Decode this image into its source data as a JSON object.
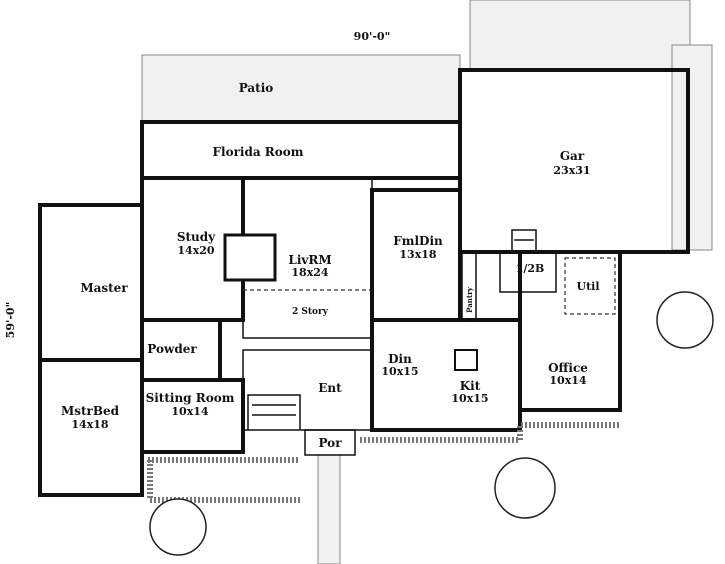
{
  "dimensions": {
    "width": "90'-0\"",
    "depth": "59'-0\""
  },
  "rooms": {
    "patio": {
      "name": "Patio"
    },
    "florida": {
      "name": "Florida Room"
    },
    "garage": {
      "name": "Gar",
      "size": "23x31"
    },
    "study": {
      "name": "Study",
      "size": "14x20"
    },
    "living": {
      "name": "LivRM",
      "size": "18x24"
    },
    "two_story": {
      "name": "2 Story"
    },
    "family_dining": {
      "name": "FmlDin",
      "size": "13x18"
    },
    "master_bath": {
      "name": "Master"
    },
    "powder": {
      "name": "Powder"
    },
    "half_bath": {
      "name": "1/2B"
    },
    "pantry": {
      "name": "Pantry"
    },
    "utility": {
      "name": "Util"
    },
    "office": {
      "name": "Office",
      "size": "10x14"
    },
    "dining": {
      "name": "Din",
      "size": "10x15"
    },
    "kitchen": {
      "name": "Kit",
      "size": "10x15"
    },
    "entry": {
      "name": "Ent"
    },
    "sitting": {
      "name": "Sitting Room",
      "size": "10x14"
    },
    "master_bed": {
      "name": "MstrBed",
      "size": "14x18"
    },
    "porch": {
      "name": "Por"
    }
  }
}
